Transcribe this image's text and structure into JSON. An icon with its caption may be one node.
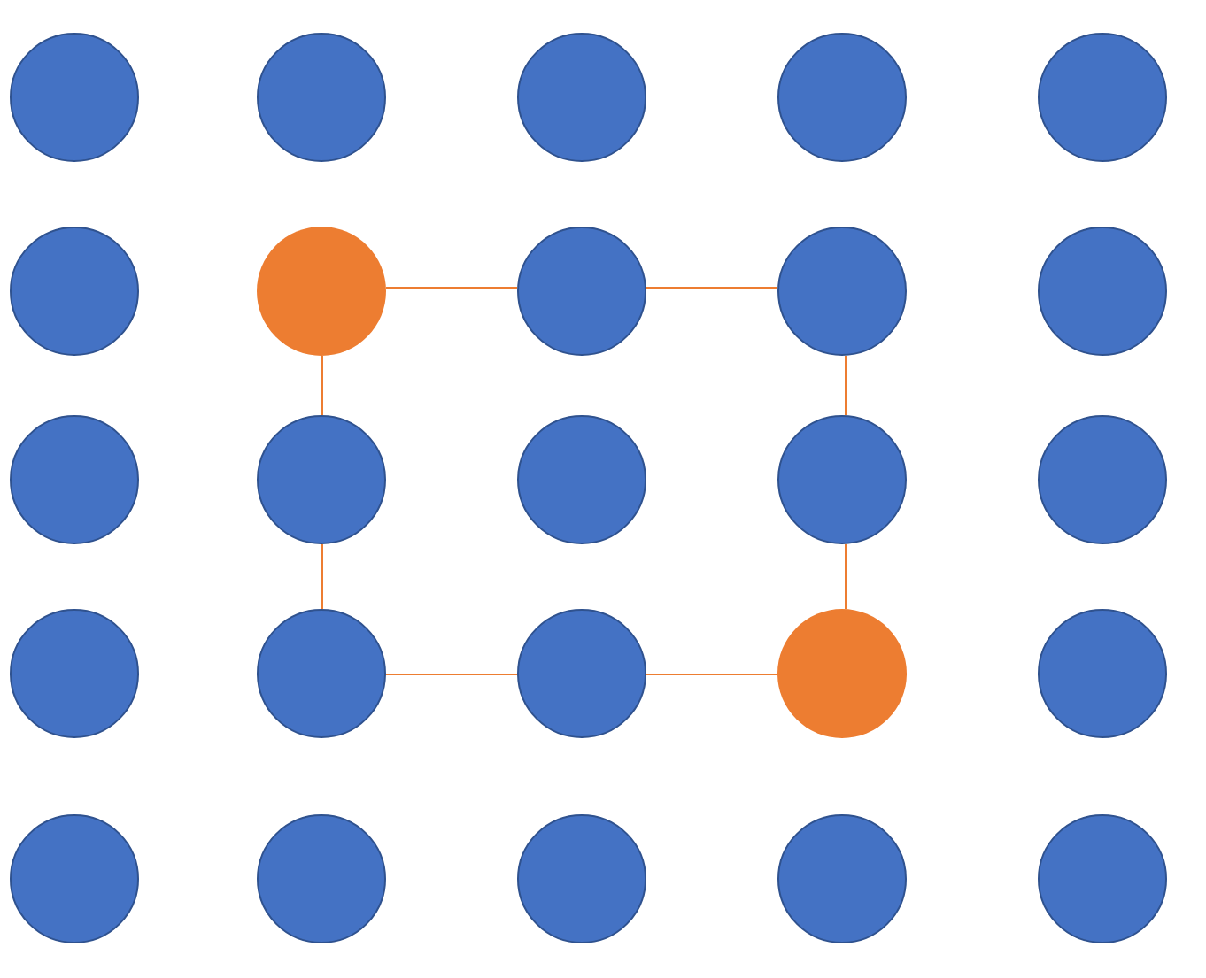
{
  "diagram": {
    "nodes": [
      {
        "text": [],
        "shape": "circle"
      },
      {
        "text": [],
        "shape": "circle"
      },
      {
        "text": [],
        "shape": "circle"
      },
      {
        "text": [],
        "shape": "circle"
      },
      {
        "text": [],
        "shape": "circle"
      },
      {
        "text": [],
        "shape": "circle"
      },
      {
        "text": [],
        "shape": "circle"
      },
      {
        "text": [],
        "shape": "circle"
      },
      {
        "text": [],
        "shape": "circle"
      },
      {
        "text": [],
        "shape": "circle"
      },
      {
        "text": [],
        "shape": "circle"
      },
      {
        "text": [],
        "shape": "circle"
      },
      {
        "text": [],
        "shape": "circle"
      },
      {
        "text": [],
        "shape": "circle"
      },
      {
        "text": [],
        "shape": "circle"
      },
      {
        "text": [],
        "shape": "circle"
      },
      {
        "text": [],
        "shape": "circle"
      },
      {
        "text": [],
        "shape": "circle"
      },
      {
        "text": [],
        "shape": "circle"
      },
      {
        "text": [],
        "shape": "circle"
      },
      {
        "text": [],
        "shape": "circle"
      },
      {
        "text": [],
        "shape": "circle"
      },
      {
        "text": [],
        "shape": "circle"
      },
      {
        "text": [],
        "shape": "circle"
      },
      {
        "text": [],
        "shape": "circle"
      }
    ],
    "edges": [
      {
        "from": 6,
        "to": 7,
        "arrow": "none"
      },
      {
        "from": 7,
        "to": 8,
        "arrow": "none"
      },
      {
        "from": 8,
        "to": 13,
        "arrow": "none"
      },
      {
        "from": 13,
        "to": 18,
        "arrow": "none"
      },
      {
        "from": 6,
        "to": 11,
        "arrow": "none"
      },
      {
        "from": 11,
        "to": 16,
        "arrow": "none"
      },
      {
        "from": 16,
        "to": 17,
        "arrow": "none"
      },
      {
        "from": 17,
        "to": 18,
        "arrow": "none"
      }
    ]
  }
}
